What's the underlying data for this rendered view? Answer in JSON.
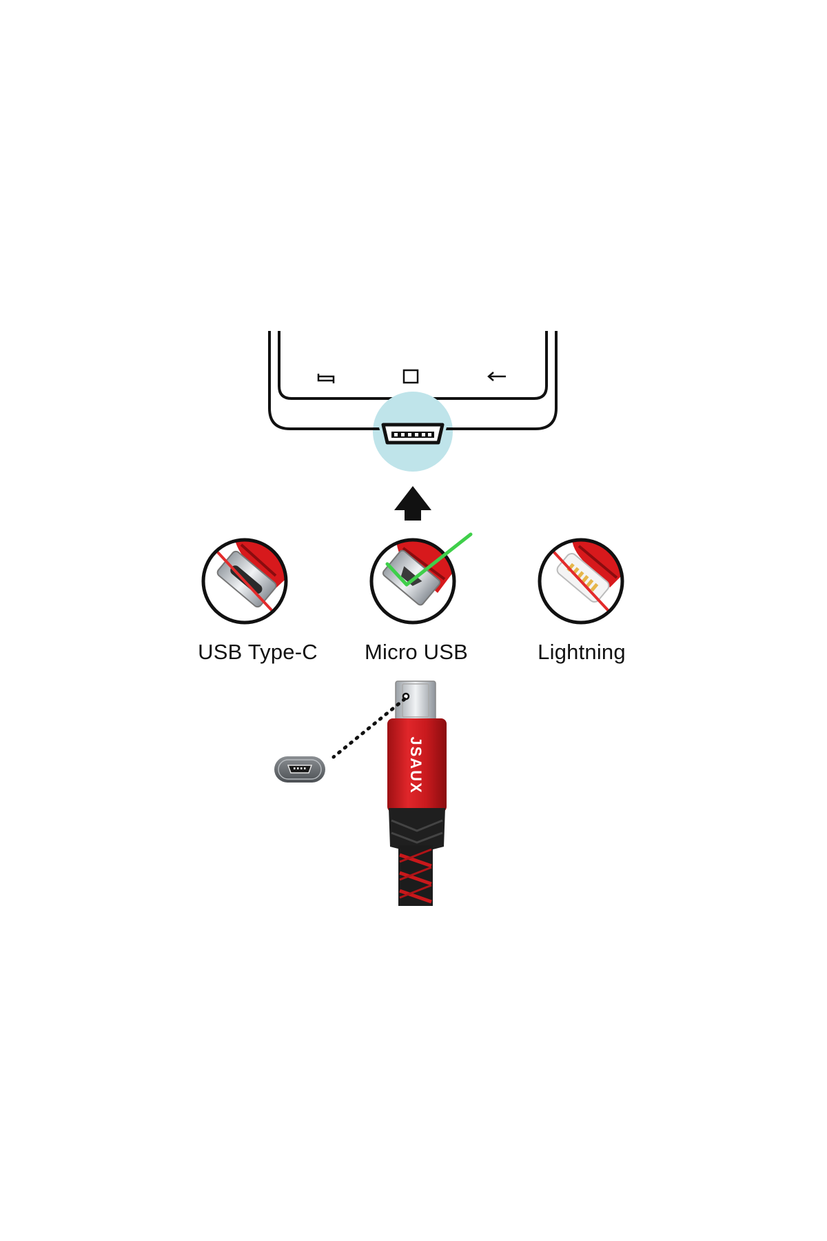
{
  "connectors": [
    {
      "id": "usb-type-c",
      "label": "USB Type-C",
      "compatible": false
    },
    {
      "id": "micro-usb",
      "label": "Micro USB",
      "compatible": true
    },
    {
      "id": "lightning",
      "label": "Lightning",
      "compatible": false
    }
  ],
  "cable": {
    "brand": "JSAUX"
  },
  "colors": {
    "cable_red": "#d7191c",
    "check_green": "#3fcf4a",
    "port_highlight": "#bfe4ea",
    "line_black": "#111111",
    "prohibited_red": "#e32b2b"
  },
  "icons": {
    "phone_nav": [
      "recents-icon",
      "home-icon",
      "back-icon"
    ],
    "arrow": "up-arrow-icon"
  }
}
